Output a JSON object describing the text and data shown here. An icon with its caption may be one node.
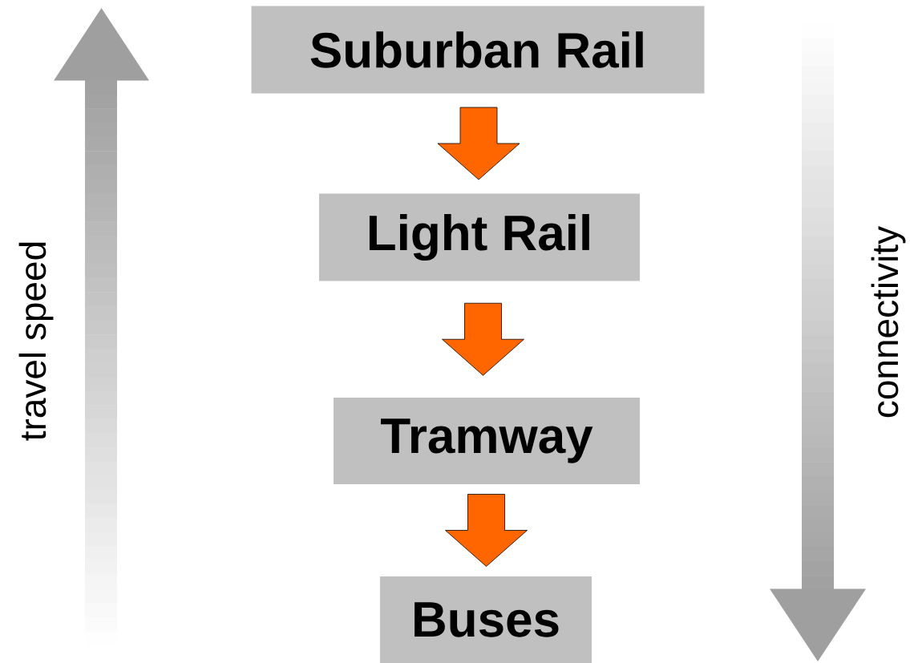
{
  "diagram": {
    "nodes": [
      {
        "text": [
          "Suburban Rail"
        ]
      },
      {
        "text": [
          "Light Rail"
        ]
      },
      {
        "text": [
          "Tramway"
        ]
      },
      {
        "text": [
          "Buses"
        ]
      }
    ],
    "edges": [
      {
        "from": 0,
        "to": 1,
        "arrow": "to"
      },
      {
        "from": 1,
        "to": 2,
        "arrow": "to"
      },
      {
        "from": 2,
        "to": 3,
        "arrow": "to"
      }
    ],
    "labels": [
      "travel speed",
      "connectivity"
    ]
  }
}
